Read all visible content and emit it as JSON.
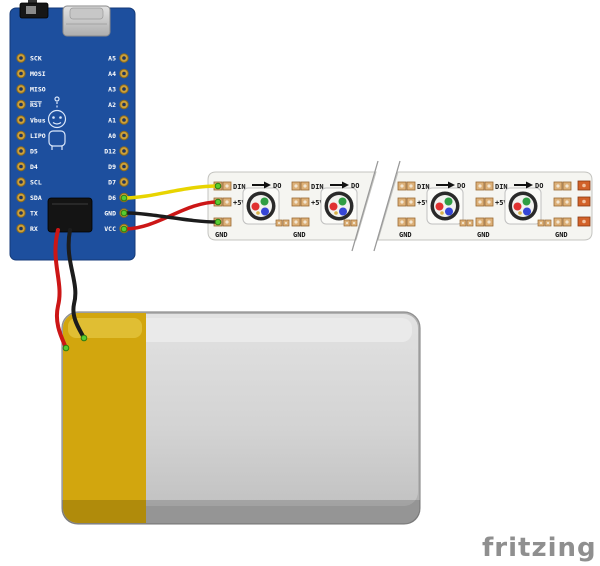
{
  "board": {
    "left_pins": [
      "SCK",
      "MOSI",
      "MISO",
      "RST",
      "Vbus",
      "LIPO",
      "D5",
      "D4",
      "SCL",
      "SDA",
      "TX",
      "RX"
    ],
    "right_pins": [
      "A5",
      "A4",
      "A3",
      "A2",
      "A1",
      "A0",
      "D12",
      "D9",
      "D7",
      "D6",
      "GND",
      "VCC"
    ]
  },
  "strip": {
    "din_label": "DIN",
    "power_label": "+5V",
    "ground_label": "GND",
    "out_label": "DO"
  },
  "colors": {
    "board_blue": "#1d4f9e",
    "wire_data": "#e8d400",
    "wire_power": "#cc1616",
    "wire_ground": "#1c1c1c",
    "battery_wrap_gold": "#d2a60e"
  },
  "watermark": "fritzing"
}
